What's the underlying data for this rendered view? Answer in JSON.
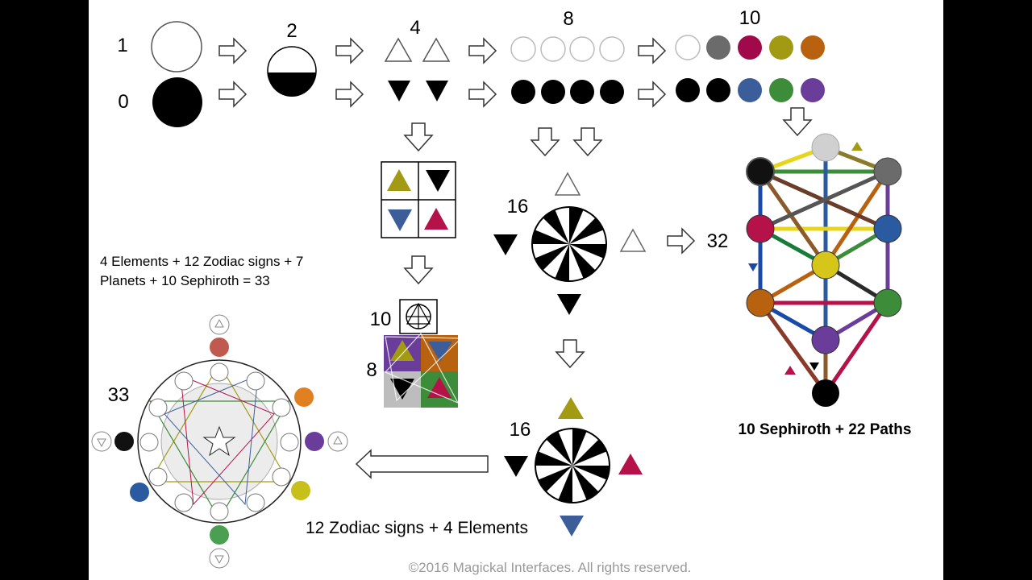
{
  "labels": {
    "n1": "1",
    "n0": "0",
    "n2": "2",
    "n4": "4",
    "n8": "8",
    "n10": "10",
    "n16a": "16",
    "n32": "32",
    "n16b": "16",
    "n10b": "10",
    "n8b": "8",
    "n33": "33"
  },
  "captions": {
    "elements_line1": "4 Elements + 12 Zodiac signs + 7",
    "elements_line2": "Planets + 10 Sephiroth = 33",
    "sephiroth_paths": "10 Sephiroth + 22 Paths",
    "zodiac_elements": "12 Zodiac signs + 4 Elements"
  },
  "footer": {
    "copyright": "©2016 Magickal Interfaces.  All rights reserved."
  },
  "colors": {
    "black": "#000000",
    "gray": "#6b6b6b",
    "crimson": "#a00a4a",
    "olive": "#a39a14",
    "orange": "#b8620f",
    "blue": "#3b5e9a",
    "green": "#3d8c3a",
    "purple": "#6a3d9a",
    "red": "#b5124a",
    "light_gray": "#d8d8d8"
  }
}
